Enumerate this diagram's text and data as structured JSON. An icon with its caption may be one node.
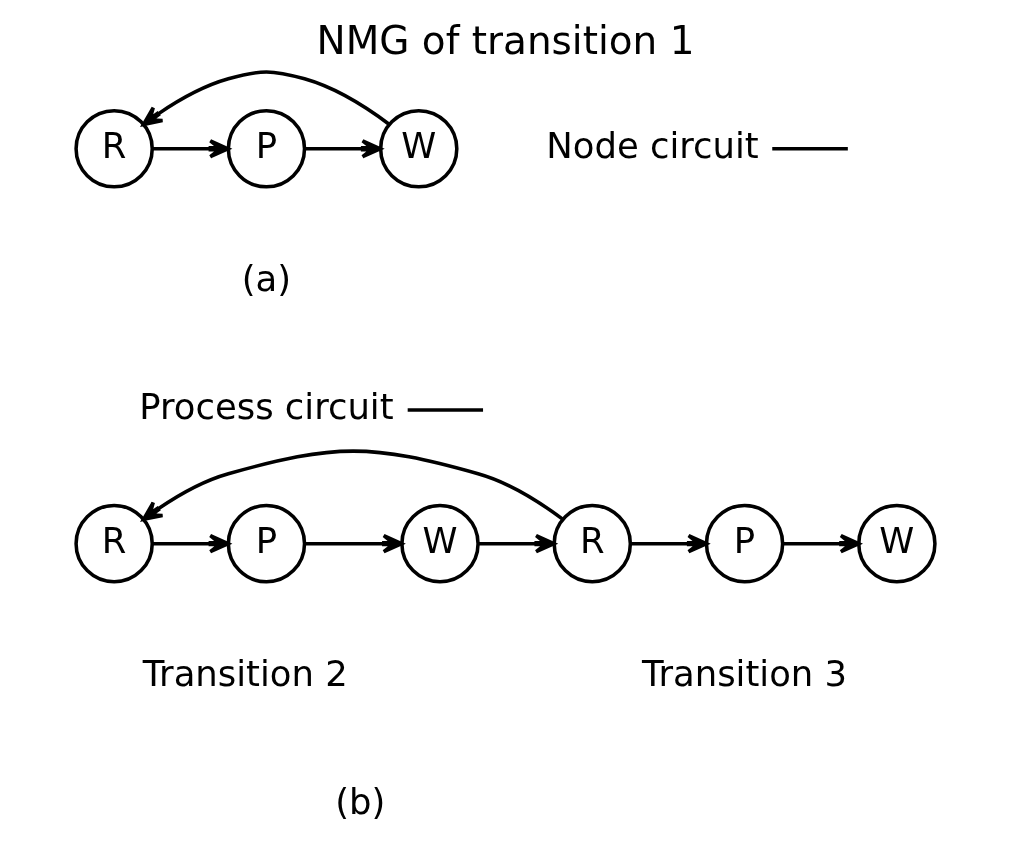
{
  "diagram": {
    "title": "NMG of transition 1",
    "nodes": [
      {
        "text": [
          "R"
        ]
      },
      {
        "text": [
          "P"
        ]
      },
      {
        "text": [
          "W"
        ]
      },
      {
        "text": [
          "Node circuit"
        ]
      },
      {
        "text": [
          "Process circuit"
        ]
      },
      {
        "text": [
          "R"
        ]
      },
      {
        "text": [
          "P"
        ]
      },
      {
        "text": [
          "W"
        ]
      },
      {
        "text": [
          "R"
        ]
      },
      {
        "text": [
          "P"
        ]
      },
      {
        "text": [
          "W"
        ]
      }
    ],
    "edges": [
      {
        "from": 0,
        "to": 1,
        "arrow": "to"
      },
      {
        "from": 1,
        "to": 2,
        "arrow": "to"
      },
      {
        "from": 2,
        "to": 0,
        "arrow": "to"
      },
      {
        "from": 3,
        "to": null,
        "arrow": "none"
      },
      {
        "from": 4,
        "to": null,
        "arrow": "none"
      },
      {
        "from": 5,
        "to": 6,
        "arrow": "to"
      },
      {
        "from": 6,
        "to": 7,
        "arrow": "to"
      },
      {
        "from": 7,
        "to": 8,
        "arrow": "to"
      },
      {
        "from": 8,
        "to": 9,
        "arrow": "to"
      },
      {
        "from": 9,
        "to": 10,
        "arrow": "to"
      },
      {
        "from": 8,
        "to": 5,
        "arrow": "to"
      }
    ],
    "labels": [
      "(a)",
      "Transition 2",
      "Transition 3",
      "(b)"
    ]
  }
}
